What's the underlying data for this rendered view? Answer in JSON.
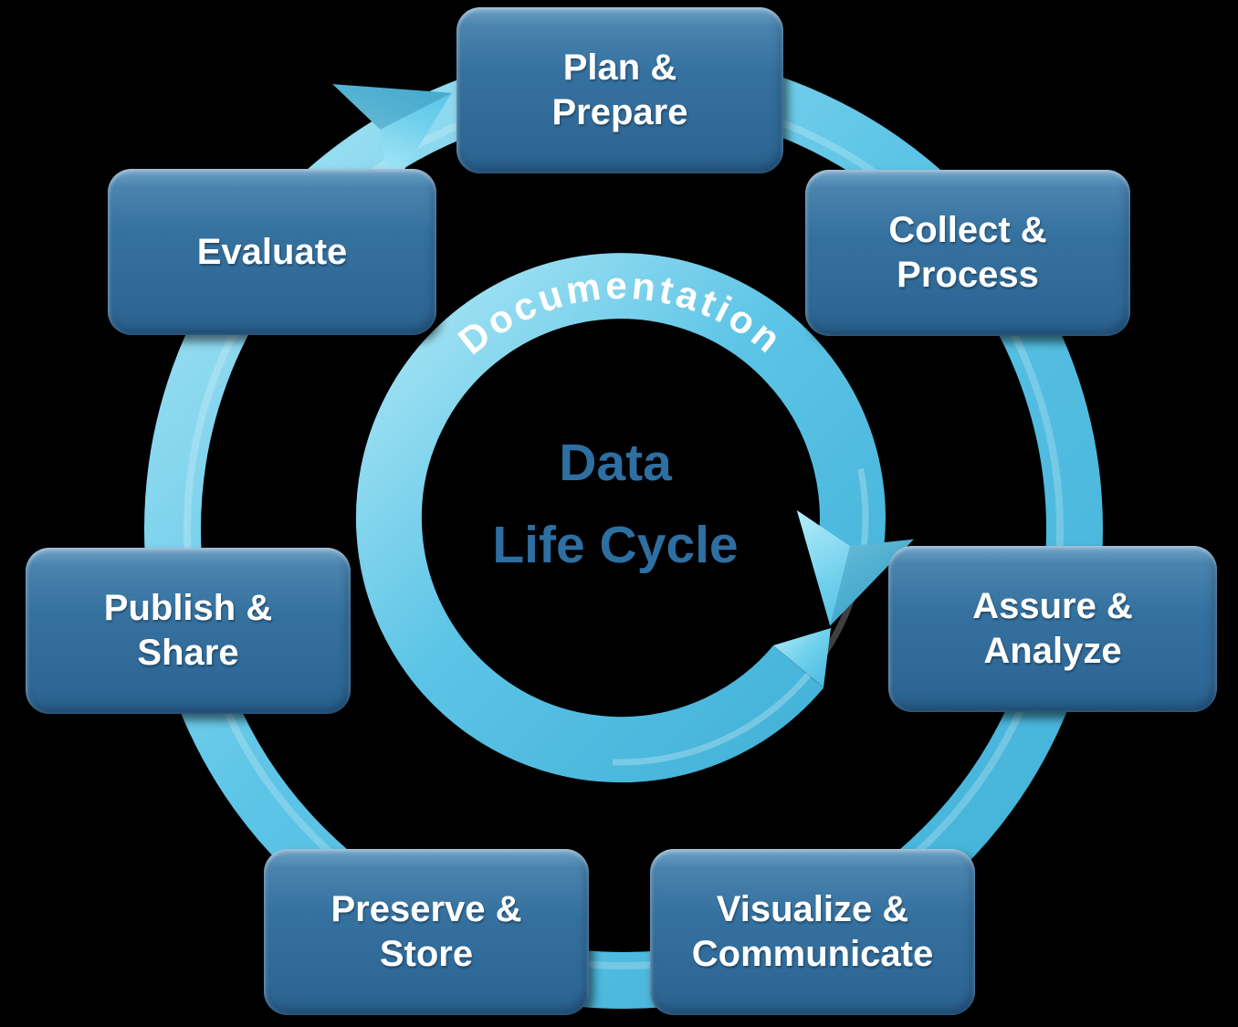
{
  "diagram": {
    "center_title_line1": "Data",
    "center_title_line2": "Life Cycle",
    "ring_label": "Documentation",
    "nodes": [
      {
        "id": "plan-prepare",
        "label": "Plan &\nPrepare"
      },
      {
        "id": "collect-process",
        "label": "Collect &\nProcess"
      },
      {
        "id": "assure-analyze",
        "label": "Assure &\nAnalyze"
      },
      {
        "id": "visualize-communicate",
        "label": "Visualize &\nCommunicate"
      },
      {
        "id": "preserve-store",
        "label": "Preserve &\nStore"
      },
      {
        "id": "publish-share",
        "label": "Publish &\nShare"
      },
      {
        "id": "evaluate",
        "label": "Evaluate"
      }
    ],
    "colors": {
      "node_fill": "#35719F",
      "node_fill_highlight": "#6FA2C7",
      "node_text": "#FFFFFF",
      "ring_fill": "#5CC4E6",
      "ring_highlight": "#ACE6F5",
      "ring_label_text": "#FFFFFF",
      "center_text": "#2E6FA2",
      "background": "#000000"
    }
  }
}
